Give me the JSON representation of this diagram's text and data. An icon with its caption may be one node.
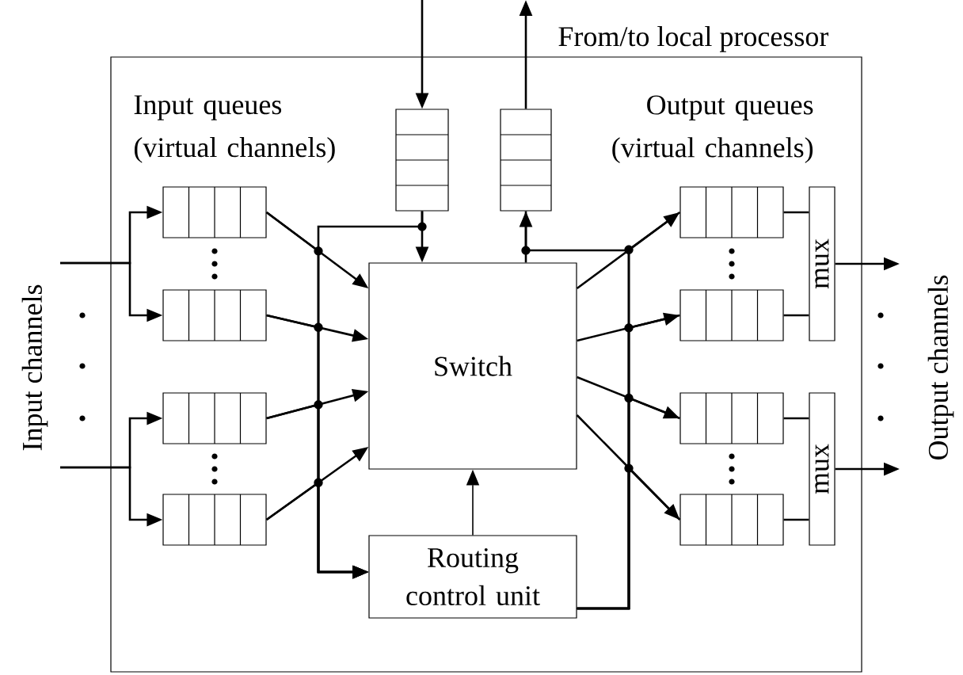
{
  "diagram": {
    "nodes": [
      {
        "text": [],
        "shape": "box"
      },
      {
        "text": [],
        "shape": "box",
        "in": 0
      },
      {
        "text": [],
        "shape": "box",
        "in": 0
      },
      {
        "text": [],
        "shape": "box",
        "in": 0
      },
      {
        "text": [],
        "shape": "box",
        "in": 0
      },
      {
        "text": [],
        "shape": "box",
        "in": 0
      },
      {
        "text": [],
        "shape": "box",
        "in": 0
      },
      {
        "text": [
          "Switch"
        ],
        "in": 0
      },
      {
        "text": [
          "Routing control unit"
        ],
        "in": 0
      },
      {
        "text": [],
        "shape": "box",
        "in": 0
      },
      {
        "text": [],
        "shape": "box",
        "in": 0
      },
      {
        "text": [],
        "shape": "box",
        "in": 0
      },
      {
        "text": [],
        "shape": "box",
        "in": 0
      },
      {
        "text": [
          "mux"
        ],
        "in": 0
      },
      {
        "text": [
          "mux"
        ],
        "in": 0
      }
    ],
    "edges": [
      {
        "from": null,
        "to": 3,
        "arrow": "to"
      },
      {
        "from": null,
        "to": 4,
        "arrow": "to"
      },
      {
        "from": null,
        "to": 5,
        "arrow": "to"
      },
      {
        "from": null,
        "to": 6,
        "arrow": "to"
      },
      {
        "from": 3,
        "to": 7,
        "arrow": "to"
      },
      {
        "from": 4,
        "to": 7,
        "arrow": "to"
      },
      {
        "from": 5,
        "to": 7,
        "arrow": "to"
      },
      {
        "from": 6,
        "to": 7,
        "arrow": "to"
      },
      {
        "from": null,
        "to": 1,
        "arrow": "to"
      },
      {
        "from": 1,
        "to": 7,
        "arrow": "to"
      },
      {
        "from": 7,
        "to": 2,
        "arrow": "to"
      },
      {
        "from": 2,
        "to": null,
        "arrow": "to"
      },
      {
        "from": 7,
        "to": 9,
        "arrow": "to"
      },
      {
        "from": 7,
        "to": 10,
        "arrow": "to"
      },
      {
        "from": 7,
        "to": 11,
        "arrow": "to"
      },
      {
        "from": 7,
        "to": 12,
        "arrow": "to"
      },
      {
        "from": 9,
        "to": 13,
        "arrow": "none"
      },
      {
        "from": 10,
        "to": 13,
        "arrow": "none"
      },
      {
        "from": 11,
        "to": 14,
        "arrow": "none"
      },
      {
        "from": 12,
        "to": 14,
        "arrow": "none"
      },
      {
        "from": 13,
        "to": null,
        "arrow": "to"
      },
      {
        "from": 14,
        "to": null,
        "arrow": "to"
      },
      {
        "from": 8,
        "to": 7,
        "arrow": "to"
      },
      {
        "from": 3,
        "to": 8,
        "arrow": "to"
      },
      {
        "from": 4,
        "to": 8,
        "arrow": "to"
      },
      {
        "from": 5,
        "to": 8,
        "arrow": "to"
      },
      {
        "from": 6,
        "to": 8,
        "arrow": "to"
      },
      {
        "from": 1,
        "to": 8,
        "arrow": "to"
      },
      {
        "from": 8,
        "to": 9,
        "arrow": "none"
      },
      {
        "from": 8,
        "to": 10,
        "arrow": "none"
      },
      {
        "from": 8,
        "to": 11,
        "arrow": "none"
      },
      {
        "from": 8,
        "to": 12,
        "arrow": "none"
      },
      {
        "from": 8,
        "to": 2,
        "arrow": "none"
      }
    ],
    "labels": [
      "From/to local processor",
      "Input queues (virtual channels)",
      "Output queues (virtual channels)",
      "Input channels",
      "Output channels"
    ]
  }
}
